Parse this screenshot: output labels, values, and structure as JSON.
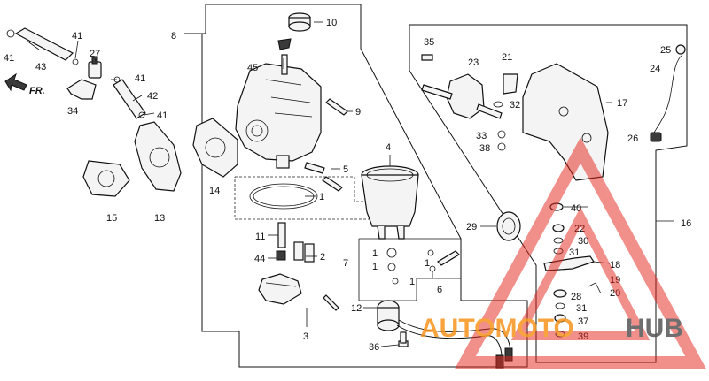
{
  "callouts": {
    "c1": "1",
    "c2": "2",
    "c3": "3",
    "c4": "4",
    "c5": "5",
    "c6": "6",
    "c7": "7",
    "c8": "8",
    "c9": "9",
    "c10": "10",
    "c11": "11",
    "c12": "12",
    "c13": "13",
    "c14": "14",
    "c15": "15",
    "c16": "16",
    "c17": "17",
    "c18": "18",
    "c19": "19",
    "c20": "20",
    "c21": "21",
    "c22": "22",
    "c23": "23",
    "c24": "24",
    "c25": "25",
    "c26": "26",
    "c27": "27",
    "c28": "28",
    "c29": "29",
    "c30": "30",
    "c31": "31",
    "c32": "32",
    "c33": "33",
    "c34": "34",
    "c35": "35",
    "c36": "36",
    "c37": "37",
    "c38": "38",
    "c39": "39",
    "c40": "40",
    "c41": "41",
    "c42": "42",
    "c43": "43",
    "c44": "44",
    "c45": "45"
  },
  "direction": {
    "label": "FR."
  },
  "watermark": {
    "text_left": "AUTOMOTO",
    "text_right": "HUB",
    "colors": {
      "triangle": "#e2231a",
      "text_orange": "#f7941d",
      "text_dark": "#555555"
    }
  }
}
